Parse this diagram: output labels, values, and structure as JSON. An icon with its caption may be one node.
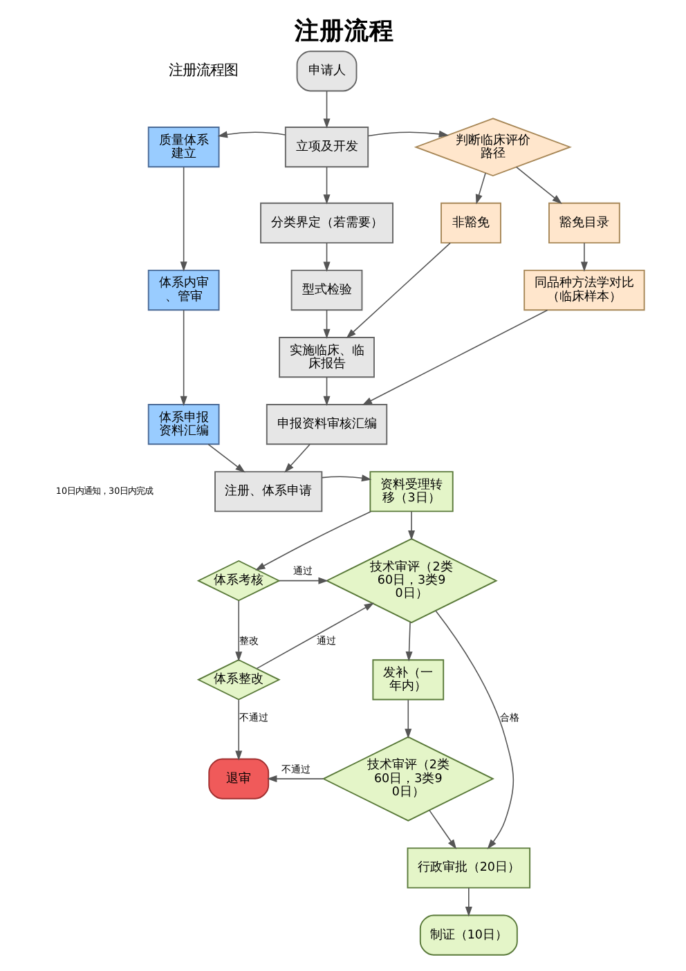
{
  "diagram": {
    "title": "注册流程",
    "nodes": [
      {
        "text": [
          "申请人"
        ]
      },
      {
        "text": [
          "质量体系建立"
        ]
      },
      {
        "text": [
          "立项及开发"
        ]
      },
      {
        "text": [
          "判断临床评价路径"
        ]
      },
      {
        "text": [
          "分类界定（若需要）"
        ]
      },
      {
        "text": [
          "非豁免"
        ]
      },
      {
        "text": [
          "豁免目录"
        ]
      },
      {
        "text": [
          "体系内审、管审"
        ]
      },
      {
        "text": [
          "型式检验"
        ]
      },
      {
        "text": [
          "同品种方法学对比（临床样本）"
        ]
      },
      {
        "text": [
          "实施临床、临床报告"
        ]
      },
      {
        "text": [
          "体系申报资料汇编"
        ]
      },
      {
        "text": [
          "申报资料审核汇编"
        ]
      },
      {
        "text": [
          "注册、体系申请"
        ]
      },
      {
        "text": [
          "资料受理转移（3日）"
        ]
      },
      {
        "text": [
          "体系考核"
        ]
      },
      {
        "text": [
          "技术审评（2类60日，3类90日）"
        ]
      },
      {
        "text": [
          "发补（一年内）"
        ]
      },
      {
        "text": [
          "体系整改"
        ]
      },
      {
        "text": [
          "退审"
        ]
      },
      {
        "text": [
          "技术审评（2类60日，3类90日）"
        ]
      },
      {
        "text": [
          "行政审批（20日）"
        ]
      },
      {
        "text": [
          "制证（10日）"
        ]
      }
    ],
    "edges": [
      {
        "from": 0,
        "to": 2,
        "arrow": "to"
      },
      {
        "from": 2,
        "to": 1,
        "arrow": "to"
      },
      {
        "from": 2,
        "to": 3,
        "arrow": "to"
      },
      {
        "from": 2,
        "to": 4,
        "arrow": "to"
      },
      {
        "from": 3,
        "to": 5,
        "arrow": "to"
      },
      {
        "from": 3,
        "to": 6,
        "arrow": "to"
      },
      {
        "from": 1,
        "to": 7,
        "arrow": "to"
      },
      {
        "from": 4,
        "to": 8,
        "arrow": "to"
      },
      {
        "from": 6,
        "to": 9,
        "arrow": "to"
      },
      {
        "from": 8,
        "to": 10,
        "arrow": "to"
      },
      {
        "from": 5,
        "to": 10,
        "arrow": "to"
      },
      {
        "from": 7,
        "to": 11,
        "arrow": "to"
      },
      {
        "from": 10,
        "to": 12,
        "arrow": "to"
      },
      {
        "from": 9,
        "to": 12,
        "arrow": "to"
      },
      {
        "from": 11,
        "to": 13,
        "arrow": "to"
      },
      {
        "from": 12,
        "to": 13,
        "arrow": "to"
      },
      {
        "from": 13,
        "to": 14,
        "arrow": "to"
      },
      {
        "from": 14,
        "to": 15,
        "arrow": "to"
      },
      {
        "from": 14,
        "to": 16,
        "arrow": "to"
      },
      {
        "from": 15,
        "to": 16,
        "arrow": "to",
        "label": "通过"
      },
      {
        "from": 15,
        "to": 18,
        "arrow": "to",
        "label": "整改"
      },
      {
        "from": 18,
        "to": 16,
        "arrow": "to",
        "label": "通过"
      },
      {
        "from": 18,
        "to": 19,
        "arrow": "to",
        "label": "不通过"
      },
      {
        "from": 16,
        "to": 17,
        "arrow": "to"
      },
      {
        "from": 17,
        "to": 20,
        "arrow": "to"
      },
      {
        "from": 20,
        "to": 19,
        "arrow": "to",
        "label": "不通过"
      },
      {
        "from": 16,
        "to": 21,
        "arrow": "to",
        "label": "合格"
      },
      {
        "from": 20,
        "to": 21,
        "arrow": "to"
      },
      {
        "from": 21,
        "to": 22,
        "arrow": "to"
      }
    ],
    "labels": [
      "注册流程图",
      "10日内通知，30日内完成"
    ]
  }
}
